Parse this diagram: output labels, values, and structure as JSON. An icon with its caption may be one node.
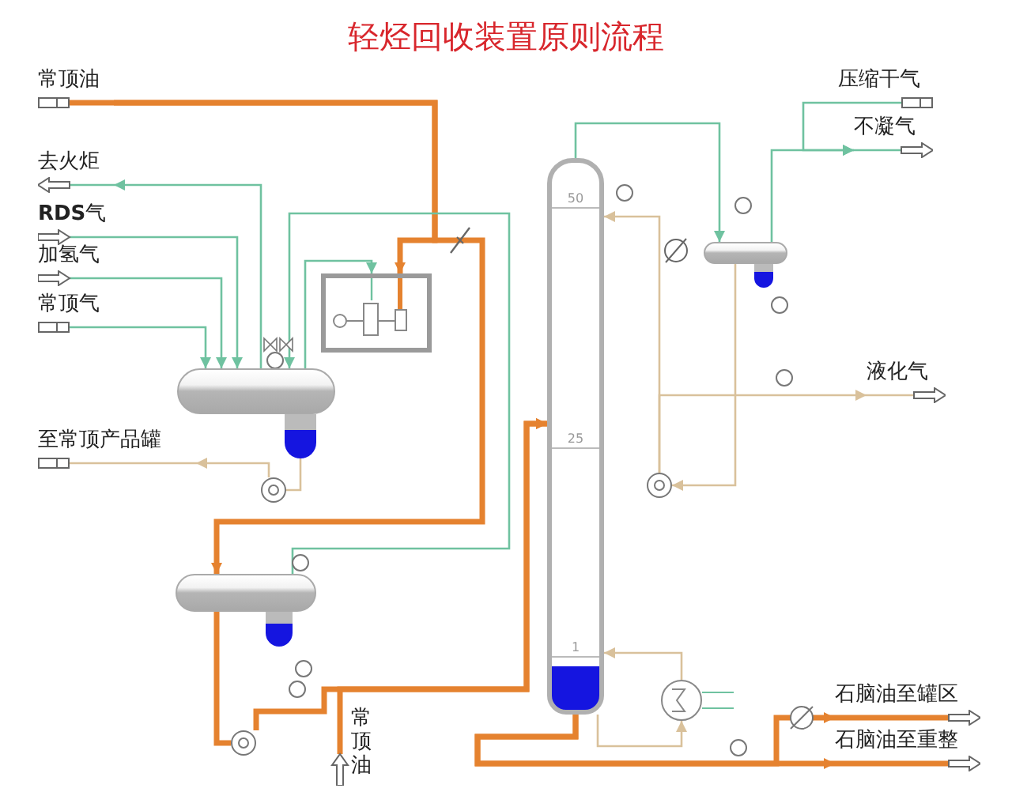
{
  "diagram": {
    "title": "轻烃回收装置原则流程",
    "nodes": [
      {
        "text": [
          "常顶油"
        ]
      },
      {
        "text": [
          "去火炬"
        ]
      },
      {
        "text": [
          "**RDS**气"
        ]
      },
      {
        "text": [
          "加氢气"
        ]
      },
      {
        "text": [
          "常顶气"
        ]
      },
      {
        "text": [
          "至常顶产品罐"
        ]
      },
      {
        "text": [
          "压缩干气"
        ]
      },
      {
        "text": [
          "不凝气"
        ]
      },
      {
        "text": [
          "液化气"
        ]
      },
      {
        "text": [
          "石脑油至罐区"
        ]
      },
      {
        "text": [
          "石脑油至重整"
        ]
      },
      {
        "text": [
          "常顶油"
        ]
      },
      {
        "text": [],
        "shape": "cylinder"
      },
      {
        "text": [],
        "shape": "cylinder"
      },
      {
        "text": [
          "50",
          "25",
          "1"
        ]
      },
      {
        "text": [],
        "shape": "cylinder"
      },
      {
        "text": [],
        "shape": "box"
      },
      {
        "text": [],
        "shape": "circle"
      },
      {
        "text": [],
        "shape": "circle"
      },
      {
        "text": [],
        "shape": "circle"
      },
      {
        "text": [],
        "shape": "circle"
      }
    ],
    "edges": [
      {
        "from": 0,
        "to": 16,
        "arrow": "to",
        "style": "thick",
        "color": "#e5822f"
      },
      {
        "from": 0,
        "to": 13,
        "arrow": "to",
        "style": "thick",
        "color": "#e5822f"
      },
      {
        "from": 12,
        "to": 1,
        "arrow": "to"
      },
      {
        "from": 2,
        "to": 12,
        "arrow": "to"
      },
      {
        "from": 3,
        "to": 12,
        "arrow": "to"
      },
      {
        "from": 4,
        "to": 12,
        "arrow": "to"
      },
      {
        "from": 13,
        "to": 12,
        "arrow": "to"
      },
      {
        "from": 12,
        "to": 16,
        "arrow": "to"
      },
      {
        "from": 12,
        "to": 18,
        "arrow": "none",
        "color": "#d9c19b"
      },
      {
        "from": 18,
        "to": 5,
        "arrow": "to",
        "color": "#d9c19b"
      },
      {
        "from": 13,
        "to": 19,
        "arrow": "none",
        "style": "thick",
        "color": "#e5822f"
      },
      {
        "from": 19,
        "to": 14,
        "arrow": "to",
        "style": "thick",
        "color": "#e5822f"
      },
      {
        "from": 11,
        "to": 14,
        "arrow": "to",
        "style": "thick",
        "color": "#e5822f"
      },
      {
        "from": 14,
        "to": 15,
        "arrow": "to"
      },
      {
        "from": 15,
        "to": 7,
        "arrow": "to"
      },
      {
        "from": 6,
        "to": 7,
        "arrow": "to"
      },
      {
        "from": 15,
        "to": 20,
        "arrow": "to",
        "color": "#d9c19b"
      },
      {
        "from": 20,
        "to": 14,
        "arrow": "to",
        "color": "#d9c19b"
      },
      {
        "from": 20,
        "to": 8,
        "arrow": "to",
        "color": "#d9c19b"
      },
      {
        "from": 14,
        "to": 17,
        "arrow": "to",
        "color": "#d9c19b"
      },
      {
        "from": 17,
        "to": 14,
        "arrow": "to",
        "color": "#d9c19b"
      },
      {
        "from": 14,
        "to": 10,
        "arrow": "to",
        "style": "thick",
        "color": "#e5822f"
      },
      {
        "from": 14,
        "to": 9,
        "arrow": "to",
        "style": "thick",
        "color": "#e5822f"
      }
    ]
  }
}
